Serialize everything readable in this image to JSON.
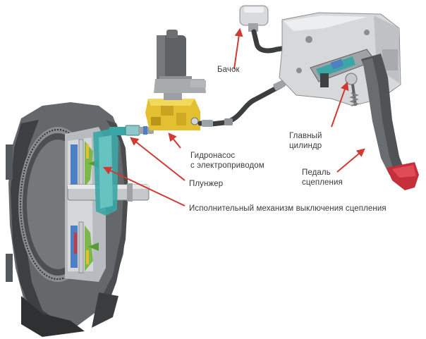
{
  "labels": {
    "reservoir": "Бачок",
    "master_cylinder": [
      "Главный",
      "цилиндр"
    ],
    "pump": [
      "Гидронасос",
      "с электроприводом"
    ],
    "plunger": "Плунжер",
    "pedal": [
      "Педаль",
      "сцепления"
    ],
    "actuator": "Исполнительный механизм выключения сцепления"
  },
  "colors": {
    "arrow": "#d03a32",
    "label_text": "#3a3a3a",
    "housing": "#6a6d70",
    "housing_dark": "#3e4043",
    "bracket": "#d6d8da",
    "pump_motor": "#5e6164",
    "pump_valve": "#e4c030",
    "hose": "#3b3d3f",
    "fitting": "#9ea3a8",
    "pedal_arm": "#505356",
    "pedal_pad": "#c42f3a",
    "plunger_cyan": "#3aa6a6",
    "clutch_green": "#7fb84a",
    "clutch_blue": "#4d7fc4",
    "reservoir_cap": "#d8dadc"
  }
}
